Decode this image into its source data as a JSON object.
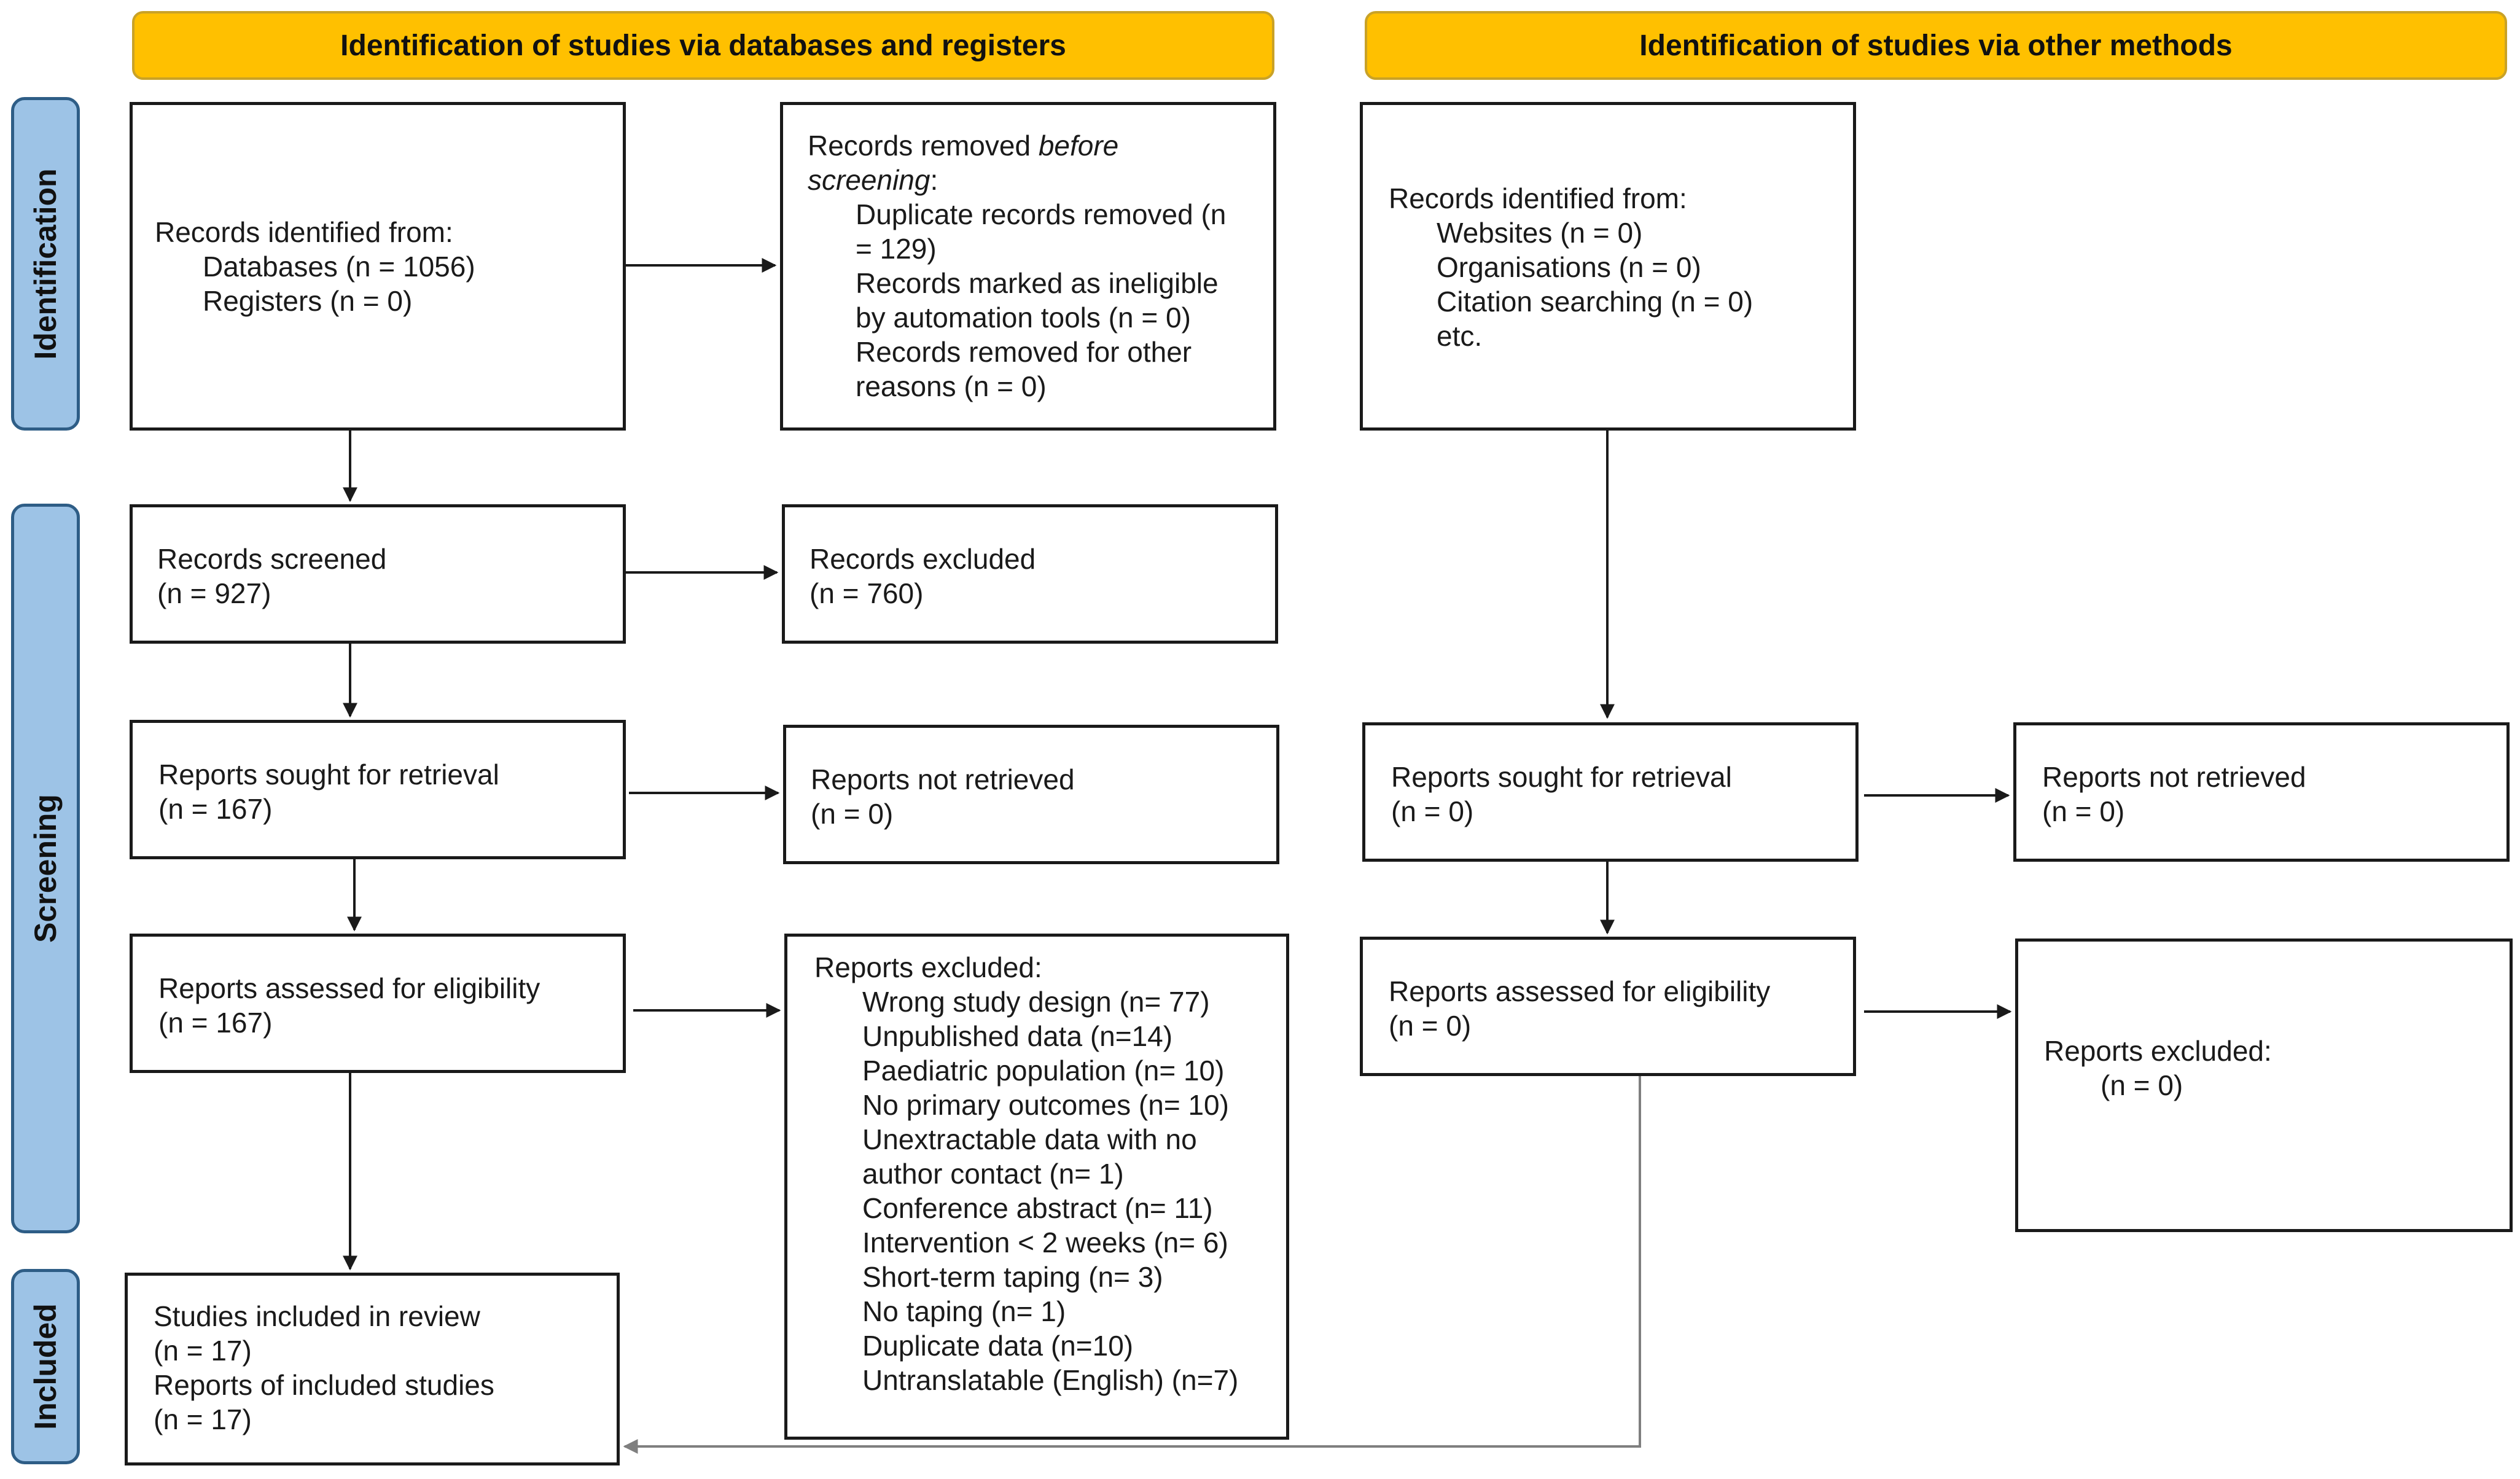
{
  "headers": {
    "databases": "Identification of studies via databases and registers",
    "other": "Identification of studies via other methods"
  },
  "phases": {
    "identification": "Identification",
    "screening": "Screening",
    "included": "Included"
  },
  "db_identified": {
    "title": "Records identified from:",
    "databases": "Databases (n = 1056)",
    "registers": "Registers (n = 0)"
  },
  "db_removed": {
    "title_prefix": "Records removed ",
    "title_italic": "before",
    "title_italic2": "screening",
    "title_suffix": ":",
    "duplicate_1": "Duplicate records removed (n",
    "duplicate_2": "= 129)",
    "ineligible_1": "Records marked as ineligible",
    "ineligible_2": "by automation tools (n = 0)",
    "other_1": "Records removed for other",
    "other_2": "reasons (n = 0)"
  },
  "db_screened": {
    "label": "Records screened",
    "n": "(n = 927)"
  },
  "db_excluded": {
    "label": "Records excluded",
    "n": "(n = 760)"
  },
  "db_sought": {
    "label": "Reports sought for retrieval",
    "n": "(n = 167)"
  },
  "db_not_retrieved": {
    "label": "Reports not retrieved",
    "n": "(n = 0)"
  },
  "db_assessed": {
    "label": "Reports assessed for eligibility",
    "n": "(n = 167)"
  },
  "db_reports_excluded": {
    "title": "Reports excluded:",
    "items": [
      "Wrong study design (n= 77)",
      "Unpublished data (n=14)",
      "Paediatric population (n= 10)",
      "No primary outcomes (n= 10)",
      "Unextractable data with no",
      "author contact (n= 1)",
      "Conference abstract (n= 11)",
      "Intervention < 2 weeks (n= 6)",
      "Short-term taping (n= 3)",
      "No taping (n= 1)",
      "Duplicate data (n=10)",
      "Untranslatable (English) (n=7)"
    ]
  },
  "included": {
    "studies_label": "Studies included in review",
    "studies_n": "(n = 17)",
    "reports_label": "Reports of included studies",
    "reports_n": "(n = 17)"
  },
  "other_identified": {
    "title": "Records identified from:",
    "websites": "Websites (n = 0)",
    "organisations": "Organisations (n = 0)",
    "citation": "Citation searching (n = 0)",
    "etc": "etc."
  },
  "other_sought": {
    "label": "Reports sought for retrieval",
    "n": "(n = 0)"
  },
  "other_not_retrieved": {
    "label": "Reports not retrieved",
    "n": "(n = 0)"
  },
  "other_assessed": {
    "label": "Reports assessed for eligibility",
    "n": "(n = 0)"
  },
  "other_reports_excluded": {
    "title": "Reports excluded:",
    "n": "(n = 0)"
  },
  "colors": {
    "header_fill": "#ffc000",
    "phase_fill": "#9dc3e6",
    "phase_border": "#2e5d86",
    "box_border": "#1a1a1a",
    "connector_gray": "#7f7f7f"
  }
}
